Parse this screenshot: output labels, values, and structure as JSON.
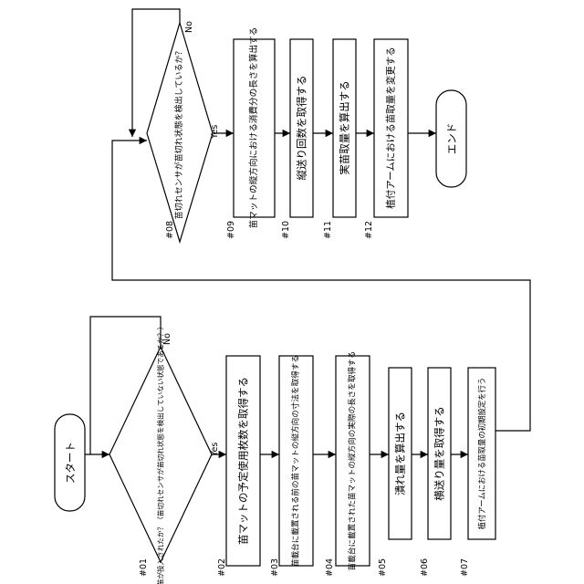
{
  "start": "スタート",
  "end": "エンド",
  "decision_1": {
    "step": "#01",
    "text": "苗が投入されたか？（苗切れセンサが苗切れ状態を検出していない状態であるか？）",
    "yes": "Yes",
    "no": "No"
  },
  "decision_2": {
    "step": "#08",
    "text": "苗切れセンサが苗切れ状態を検出しているか？",
    "yes": "Yes",
    "no": "No"
  },
  "steps": [
    {
      "step": "#02",
      "text": "苗マットの予定使用枚数を取得する"
    },
    {
      "step": "#03",
      "text": "苗載台に載置される前の苗マットの縦方向の寸法を取得する"
    },
    {
      "step": "#04",
      "text": "苗載台に載置された苗マットの縦方向の実際の長さを取得する"
    },
    {
      "step": "#05",
      "text": "潰れ量を算出する"
    },
    {
      "step": "#06",
      "text": "横送り量を取得する"
    },
    {
      "step": "#07",
      "text": "植付アームにおける苗取量の初期設定を行う"
    },
    {
      "step": "#09",
      "text": "苗マットの縦方向における消費分の長さを算出する"
    },
    {
      "step": "#10",
      "text": "縦送り回数を取得する"
    },
    {
      "step": "#11",
      "text": "実苗取量を算出する"
    },
    {
      "step": "#12",
      "text": "植付アームにおける苗取量を変更する"
    }
  ]
}
